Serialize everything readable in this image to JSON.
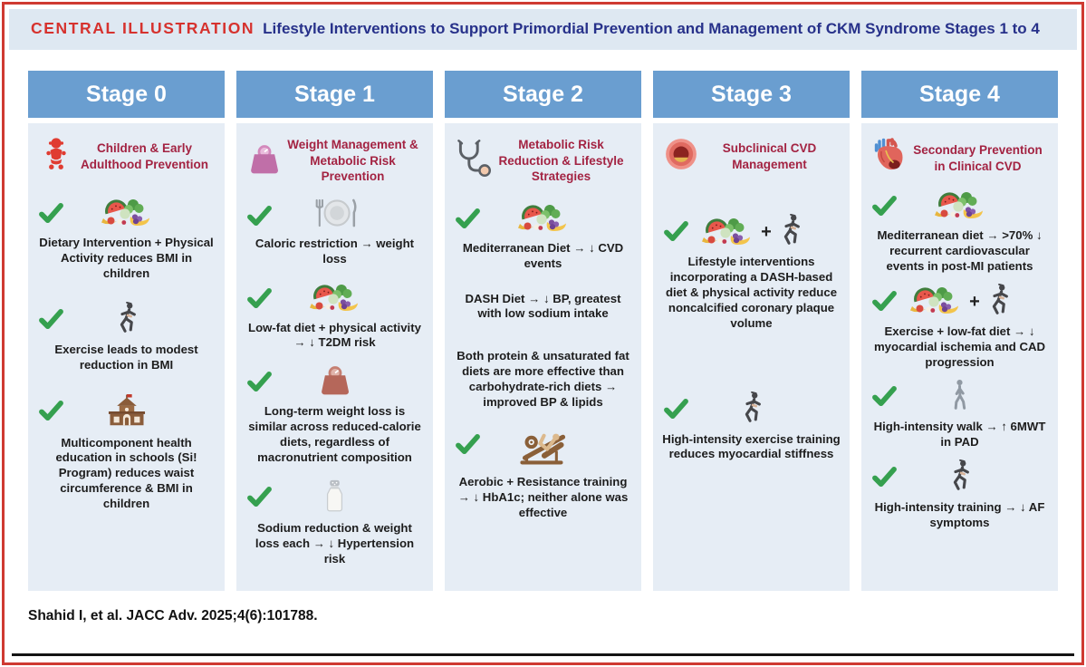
{
  "figure": {
    "label": "CENTRAL ILLUSTRATION",
    "title": "Lifestyle Interventions to Support Primordial Prevention and Management of CKM Syndrome Stages 1 to 4",
    "citation": "Shahid I, et al. JACC Adv. 2025;4(6):101788."
  },
  "glyphs": {
    "plus": "+"
  },
  "colors": {
    "border_red": "#cf3a32",
    "band_bg": "#dee8f2",
    "label_red": "#d6322e",
    "title_navy": "#27318a",
    "header_blue": "#6a9ed0",
    "body_bg": "#e6edf5",
    "subtitle_maroon": "#a32342",
    "check_green": "#35a04f",
    "text_dark": "#1d1d1d"
  },
  "stages": [
    {
      "name": "Stage 0",
      "head_icon": "baby-icon",
      "subtitle": "Children & Early Adulthood Prevention",
      "items": [
        {
          "check": true,
          "icon": "fruits-icon",
          "text": "Dietary Intervention + Physical Activity reduces BMI in children"
        },
        {
          "check": true,
          "icon": "runner-icon",
          "text": "Exercise leads to modest reduction in BMI"
        },
        {
          "check": true,
          "icon": "school-icon",
          "text": "Multicomponent health education in schools (Si! Program) reduces waist circumference & BMI in children"
        }
      ]
    },
    {
      "name": "Stage 1",
      "head_icon": "weight-scale-pink-icon",
      "subtitle": "Weight Management & Metabolic Risk Prevention",
      "items": [
        {
          "check": true,
          "icon": "plate-cutlery-icon",
          "text": "Caloric restriction → weight loss"
        },
        {
          "check": true,
          "icon": "fruits-icon",
          "text": "Low-fat diet + physical activity → ↓ T2DM risk"
        },
        {
          "check": true,
          "icon": "weight-scale-red-icon",
          "text": "Long-term weight loss is similar across reduced-calorie diets, regardless of macronutrient composition"
        },
        {
          "check": true,
          "icon": "salt-shaker-icon",
          "text": "Sodium reduction & weight loss each → ↓ Hypertension risk"
        }
      ]
    },
    {
      "name": "Stage 2",
      "head_icon": "stethoscope-icon",
      "subtitle": "Metabolic Risk Reduction & Lifestyle Strategies",
      "items": [
        {
          "check": true,
          "icon": "fruits-icon",
          "text": "Mediterranean Diet → ↓ CVD events"
        },
        {
          "check": false,
          "icon": null,
          "text": "DASH Diet → ↓ BP, greatest with low sodium intake"
        },
        {
          "check": false,
          "icon": null,
          "text": "Both protein & unsaturated fat diets are more effective than carbohydrate-rich diets → improved BP & lipids"
        },
        {
          "check": true,
          "icon": "leg-press-icon",
          "text": "Aerobic + Resistance training → ↓ HbA1c; neither alone was effective"
        }
      ]
    },
    {
      "name": "Stage 3",
      "head_icon": "artery-plaque-icon",
      "subtitle": "Subclinical CVD Management",
      "items": [
        {
          "check": true,
          "icon": "fruits-plus-runner-icon",
          "text": "Lifestyle interventions incorporating a DASH-based diet & physical activity reduce noncalcified coronary plaque volume"
        },
        {
          "check": true,
          "icon": "runner-icon",
          "text": "High-intensity exercise training reduces myocardial stiffness"
        }
      ]
    },
    {
      "name": "Stage 4",
      "head_icon": "heart-icon",
      "subtitle": "Secondary Prevention in Clinical CVD",
      "items": [
        {
          "check": true,
          "icon": "fruits-icon",
          "text": "Mediterranean diet → >70% ↓ recurrent cardiovascular events in post-MI patients"
        },
        {
          "check": true,
          "icon": "fruits-plus-runner-icon",
          "text": "Exercise + low-fat diet → ↓ myocardial ischemia and CAD progression"
        },
        {
          "check": true,
          "icon": "walker-icon",
          "text": "High-intensity walk → ↑ 6MWT in PAD"
        },
        {
          "check": true,
          "icon": "runner-icon",
          "text": "High-intensity training → ↓ AF symptoms"
        }
      ]
    }
  ]
}
